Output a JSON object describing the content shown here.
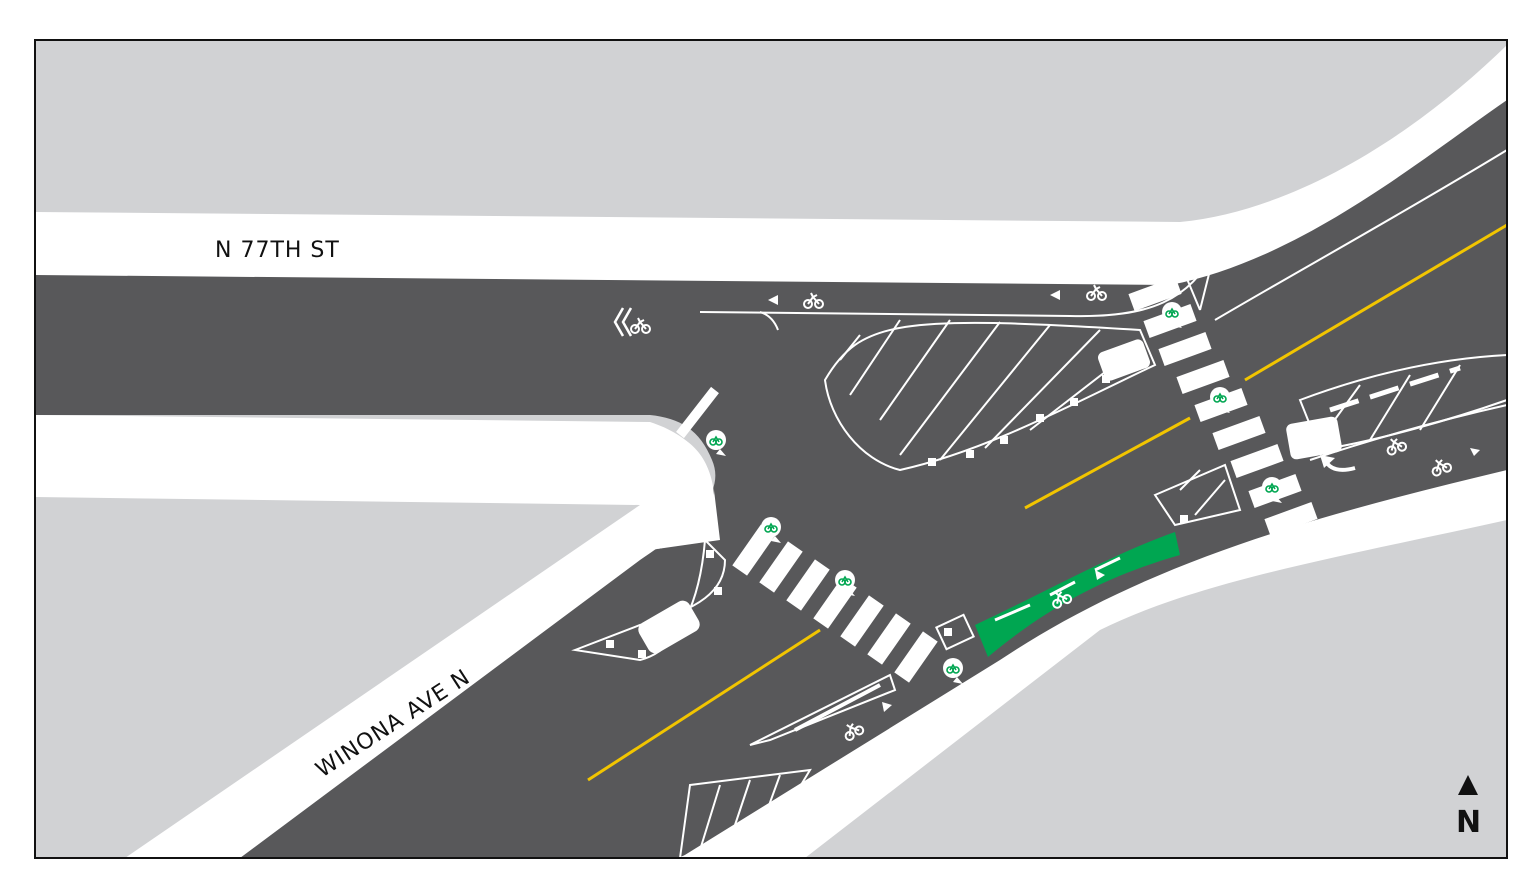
{
  "map": {
    "labels": {
      "north_street": "N 77TH ST",
      "diagonal_street": "WINONA AVE N",
      "north_arrow": "N"
    },
    "colors": {
      "background": "#ffffff",
      "block": "#d1d2d4",
      "sidewalk": "#ffffff",
      "road": "#58585a",
      "center_line": "#f2c500",
      "bike_lane_paint": "#00a651",
      "marking": "#ffffff",
      "frame": "#111111"
    },
    "icons": [
      "bike-symbol-icon",
      "chevron-left-icon",
      "arrow-icon",
      "north-arrow-icon",
      "bike-detector-icon"
    ]
  }
}
